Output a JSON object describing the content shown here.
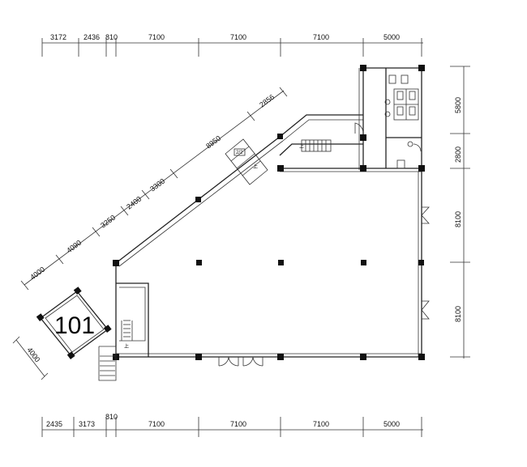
{
  "dimensions": {
    "top": [
      "3172",
      "2436",
      "810",
      "7100",
      "7100",
      "7100",
      "5000"
    ],
    "bottom": [
      "2435",
      "3173",
      "810",
      "7100",
      "7100",
      "7100",
      "5000"
    ],
    "right": [
      "5800",
      "2800",
      "8100",
      "8100"
    ],
    "diagonal": [
      "4000",
      "4090",
      "3250",
      "2400",
      "3300",
      "8950",
      "2856"
    ],
    "pavilion": "4000"
  },
  "labels": {
    "room_number": "101",
    "stair_up_1": "上",
    "stair_up_2": "上",
    "stair_up_3": "上",
    "small_stair_tag": "2/2"
  }
}
